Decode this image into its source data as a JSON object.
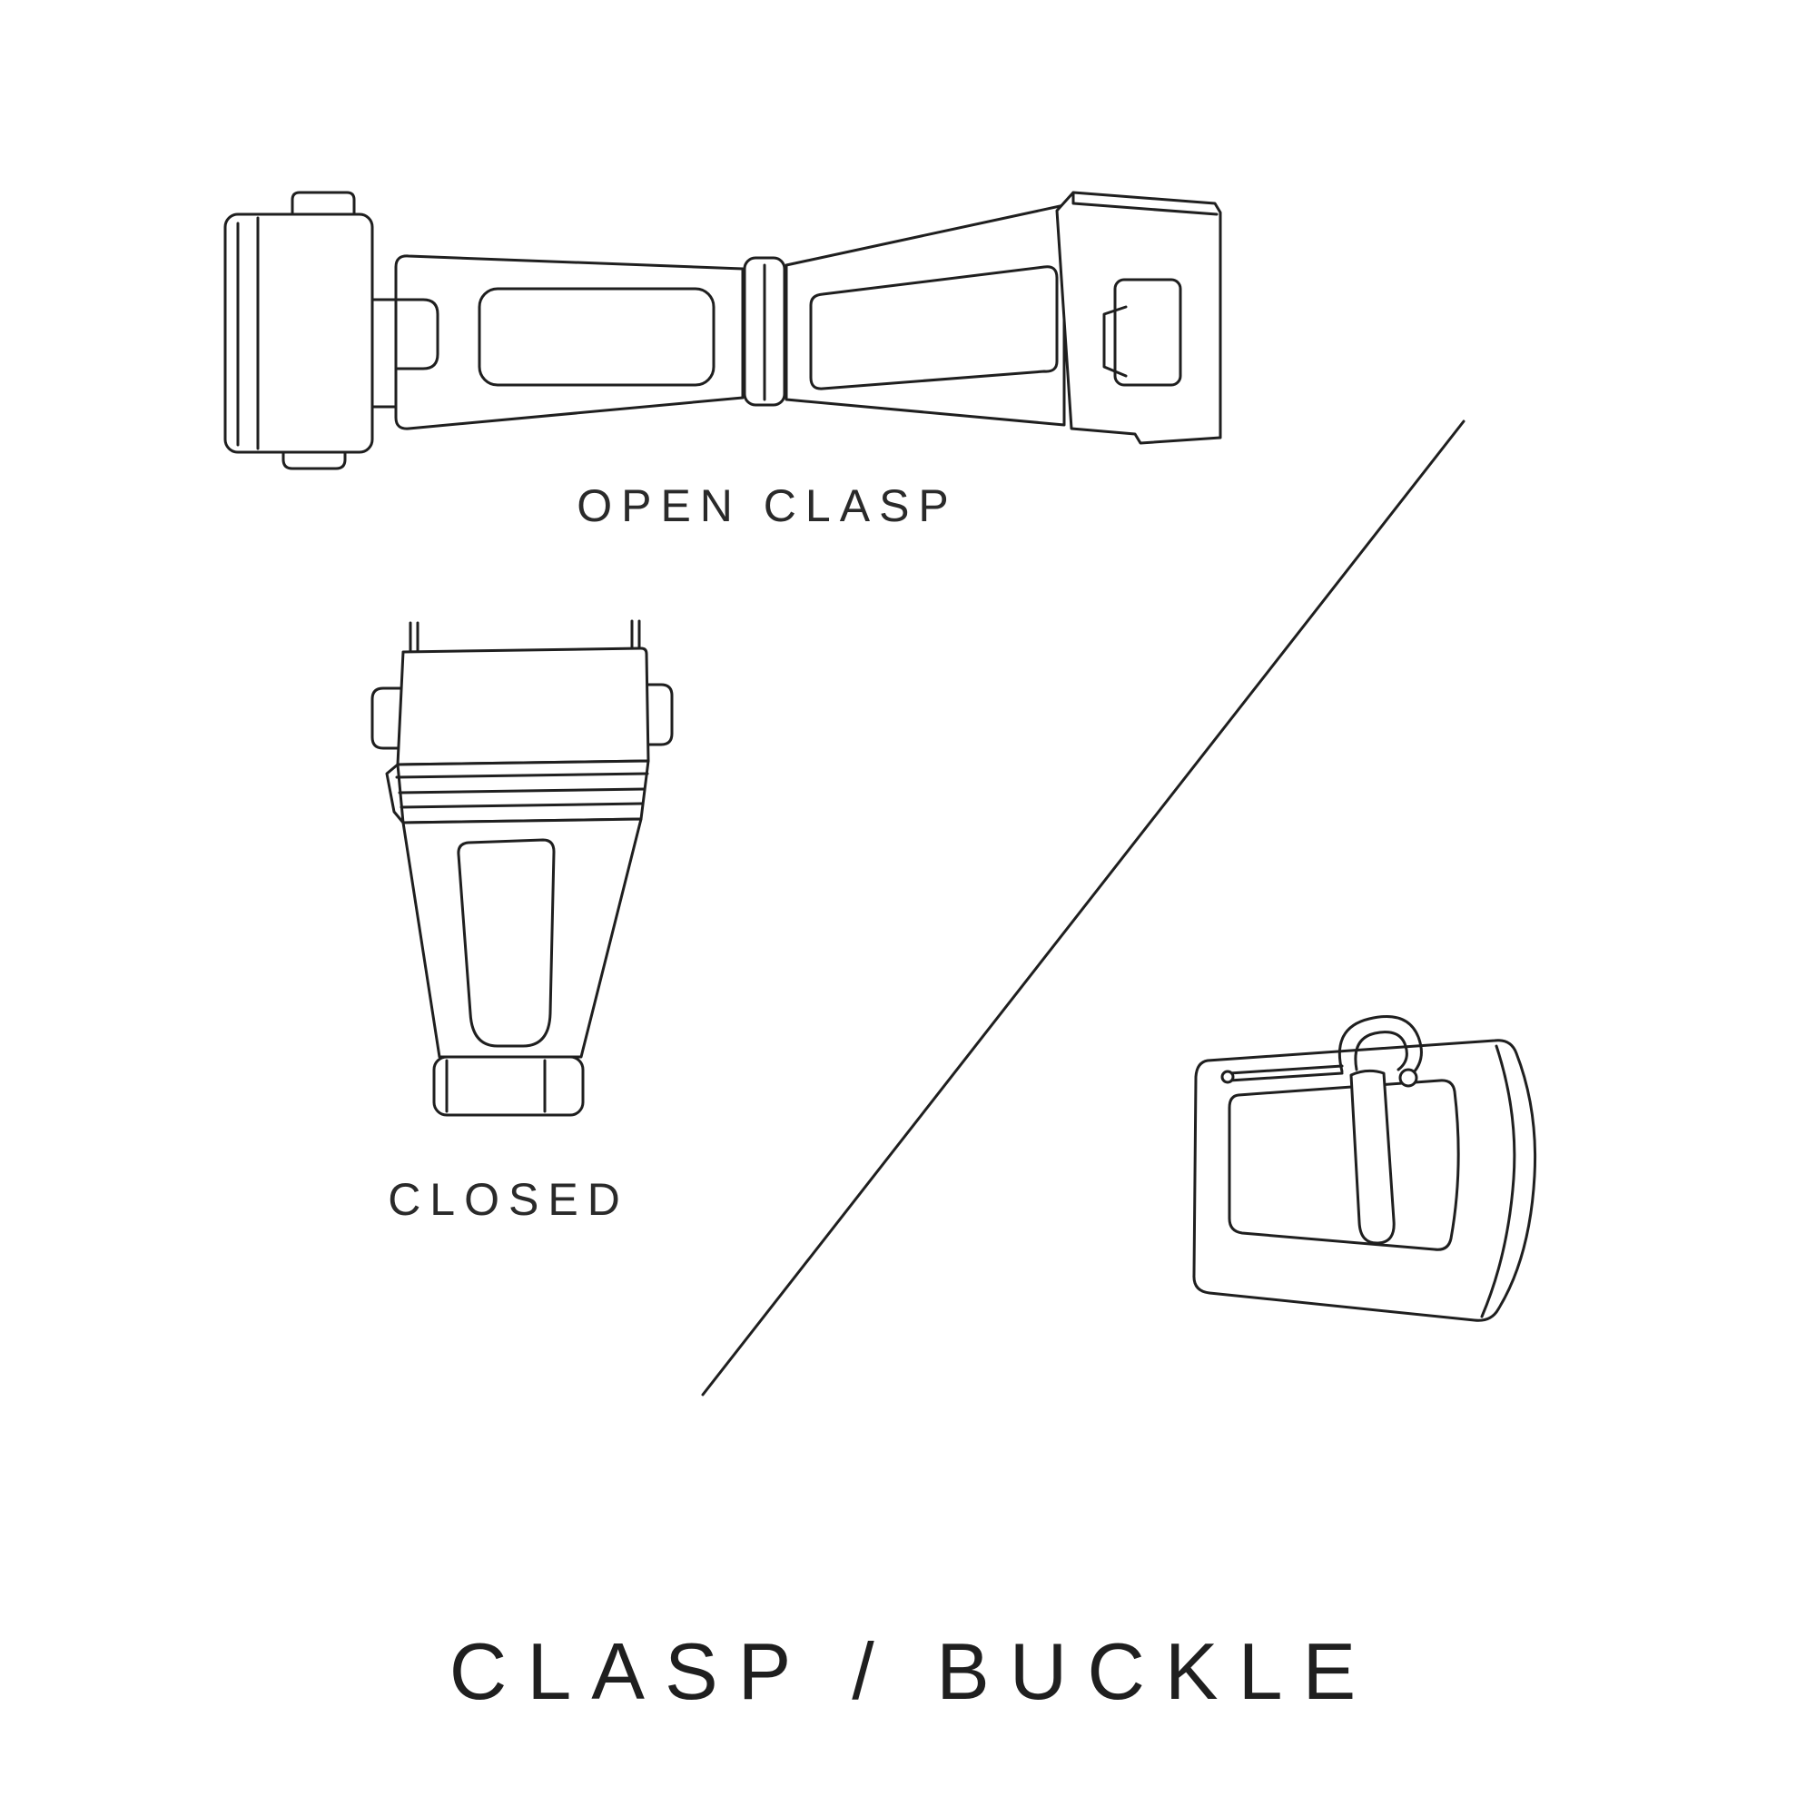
{
  "page": {
    "background_color": "#ffffff",
    "ink_color": "#1f1f1f"
  },
  "labels": {
    "open_clasp": "OPEN CLASP",
    "closed": "CLOSED",
    "title": "CLASP / BUCKLE"
  },
  "illustrations": [
    {
      "name": "open-clasp-illustration",
      "caption": "OPEN CLASP"
    },
    {
      "name": "closed-clasp-illustration",
      "caption": "CLOSED"
    },
    {
      "name": "tang-buckle-illustration",
      "caption": ""
    }
  ]
}
